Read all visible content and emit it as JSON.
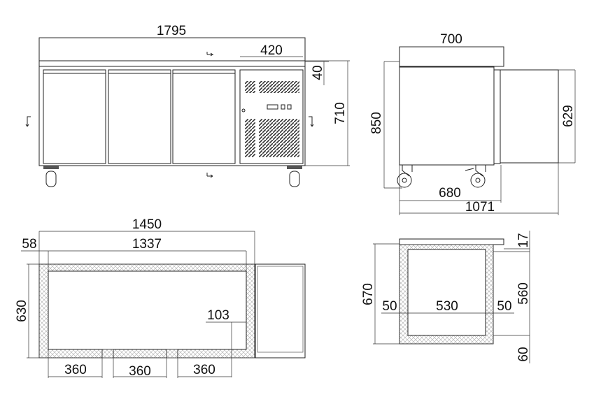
{
  "front_view": {
    "overall_width": "1795",
    "machine_width": "420",
    "top_thickness": "40",
    "height": "710"
  },
  "side_view": {
    "depth": "700",
    "total_height": "850",
    "door_height": "629",
    "depth_to_door": "680",
    "depth_door_open": "1071"
  },
  "plan_section": {
    "outer_length": "1450",
    "inner_length": "1337",
    "wall_offset": "58",
    "depth": "630",
    "mullion_offset": "103",
    "door_openings": [
      "360",
      "360",
      "360"
    ]
  },
  "cross_section": {
    "outer_height": "670",
    "wall_left": "50",
    "inner_width": "530",
    "wall_right": "50",
    "inner_height": "560",
    "top_thickness": "17",
    "bottom_thickness": "60"
  },
  "colors": {
    "line": "#222222",
    "insulation_hatch": "#999999"
  }
}
